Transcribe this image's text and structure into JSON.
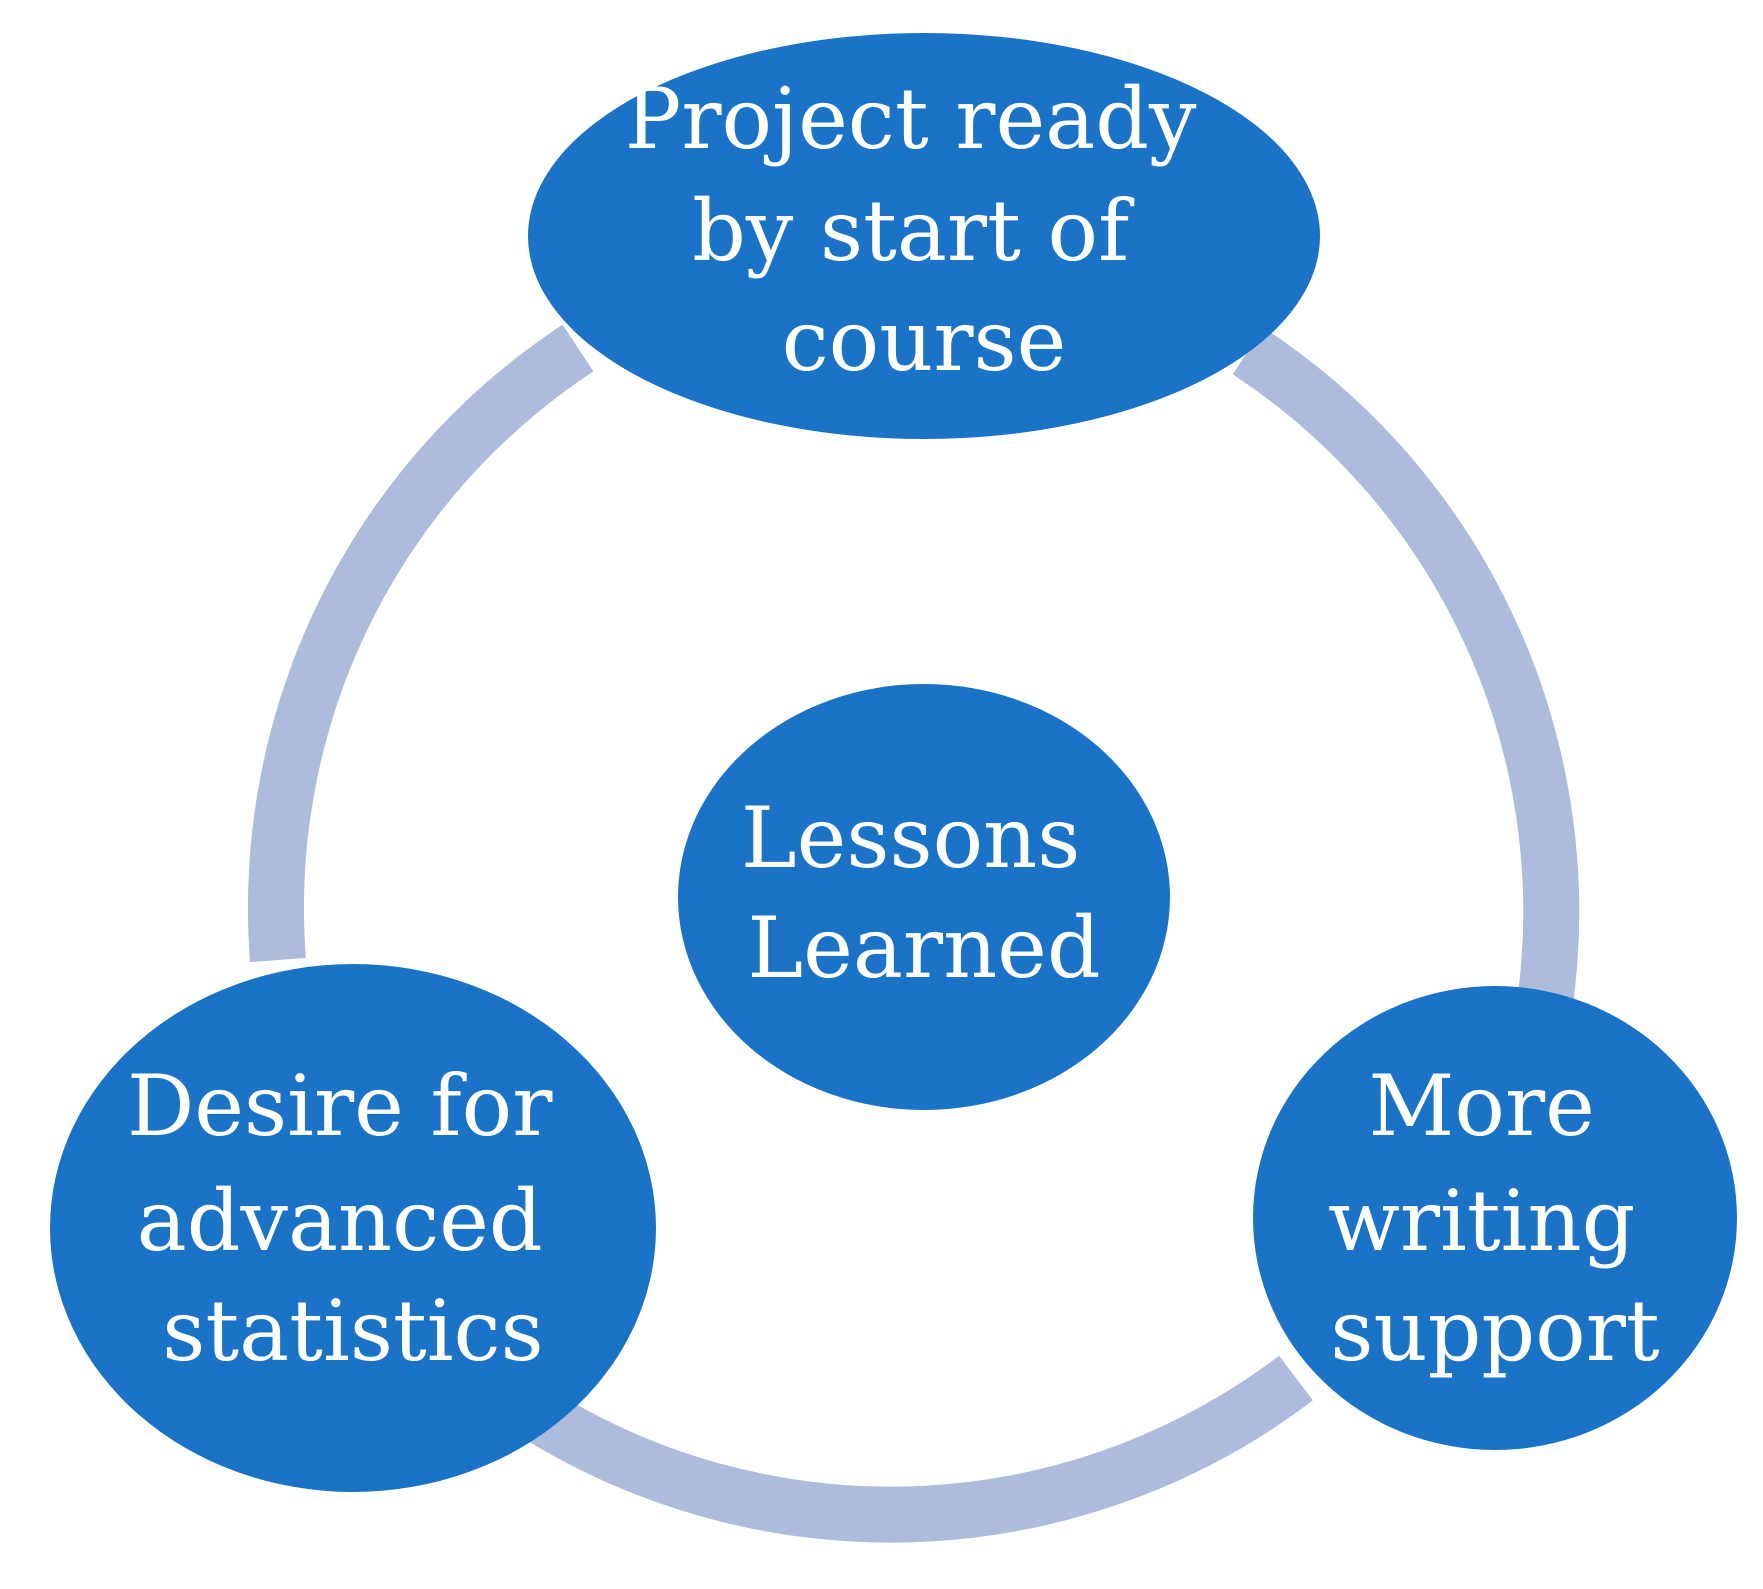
{
  "colors": {
    "node_fill": "#1a73c6",
    "ring_stroke": "#adbcdd",
    "text": "#ffffff",
    "background": "#ffffff"
  },
  "center": {
    "lines": [
      "Lessons",
      "Learned"
    ]
  },
  "nodes": [
    {
      "id": "top",
      "lines": [
        "Project ready",
        "by start of",
        "course"
      ]
    },
    {
      "id": "right",
      "lines": [
        "More",
        "writing",
        "support"
      ]
    },
    {
      "id": "left",
      "lines": [
        "Desire for",
        "advanced",
        "statistics"
      ]
    }
  ]
}
